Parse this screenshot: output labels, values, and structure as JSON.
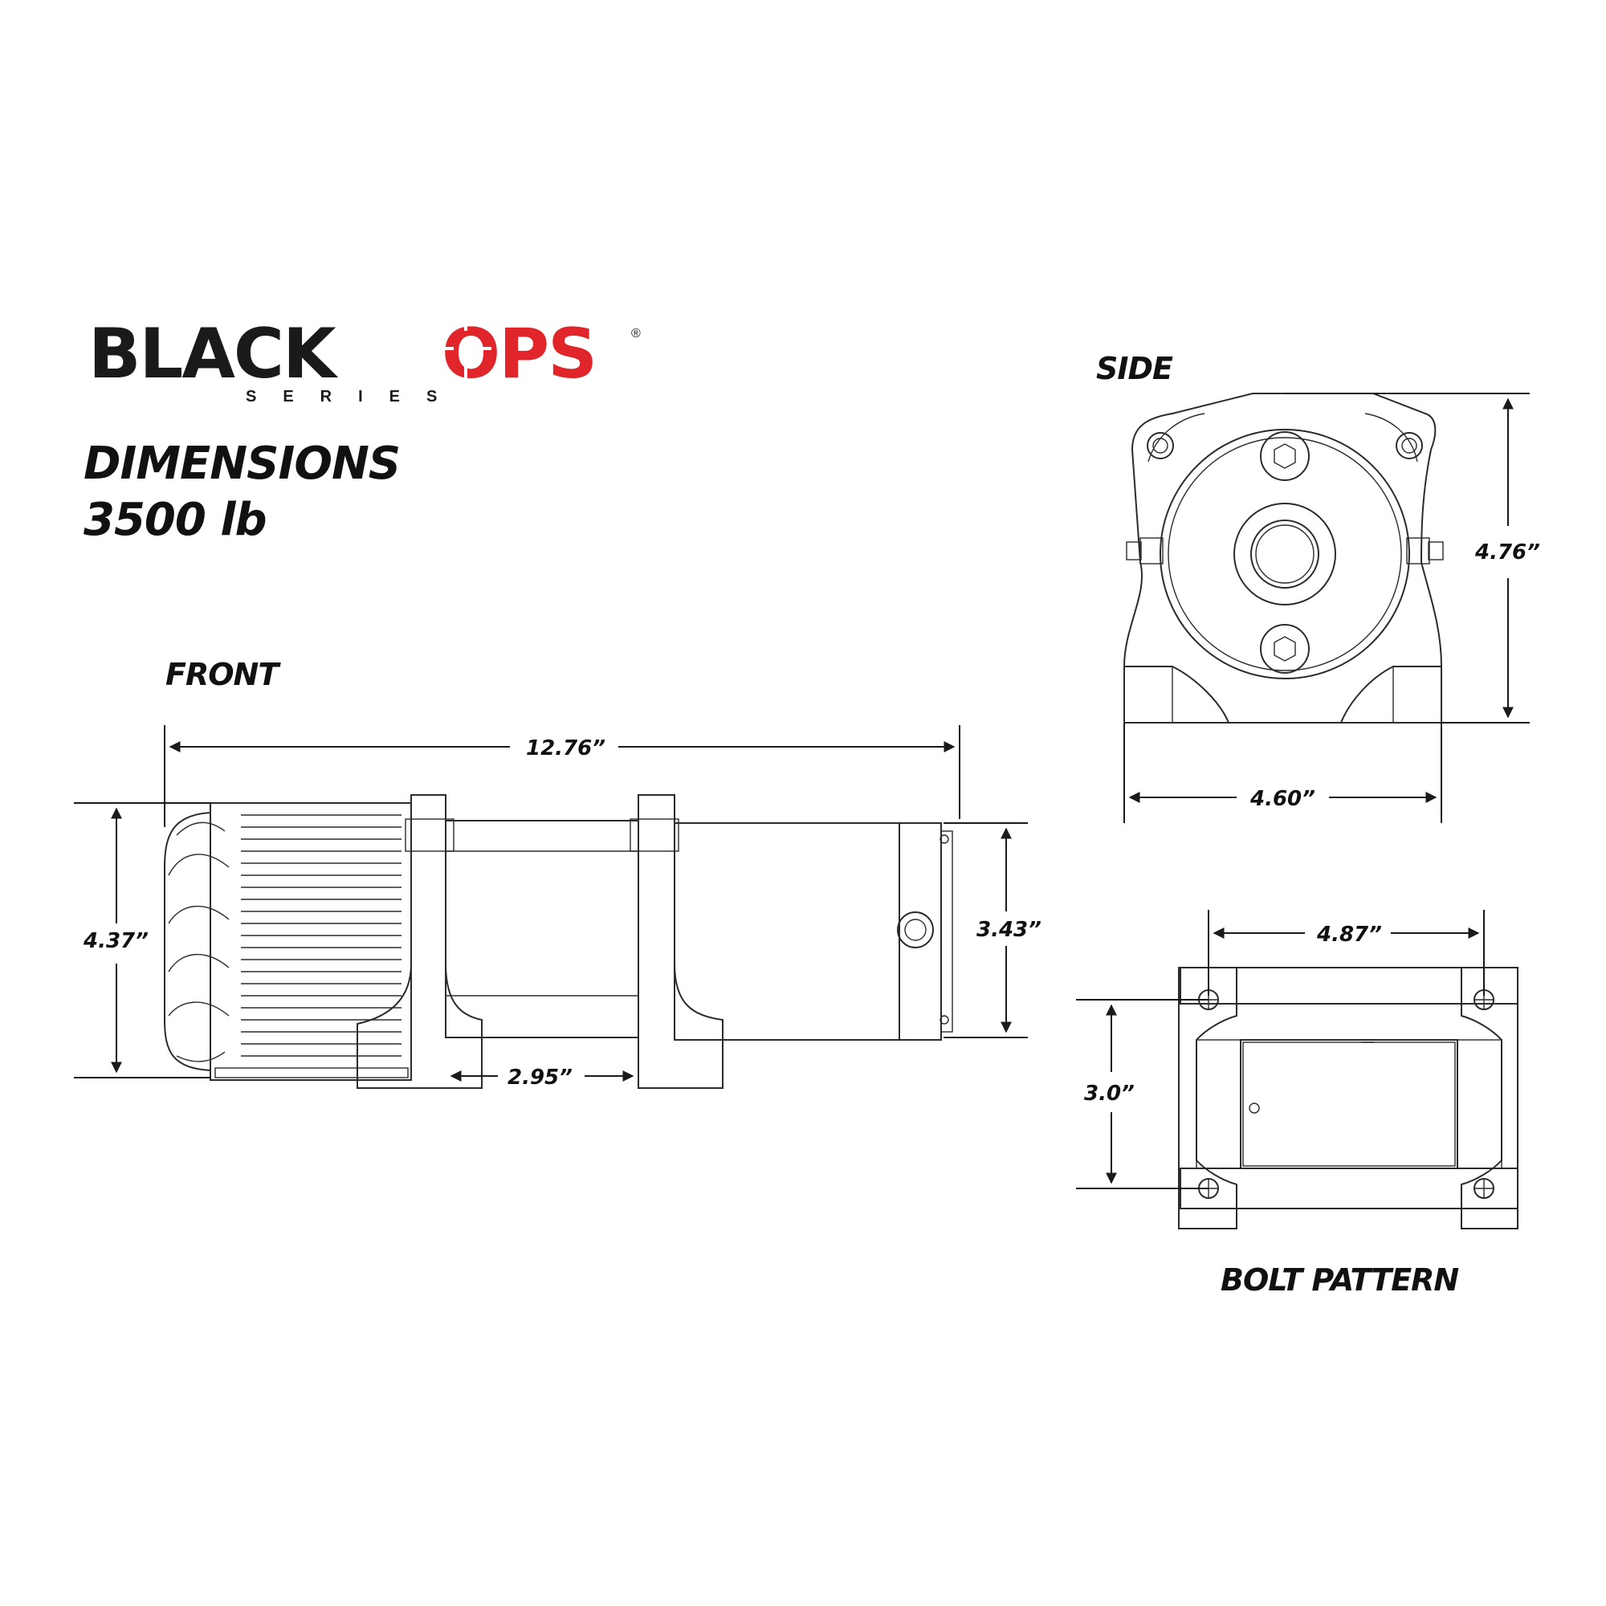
{
  "logo": {
    "word1": "BLACK",
    "word2": "OPS",
    "registered": "®",
    "subtitle": "SERIES",
    "accent_color": "#e0262b"
  },
  "heading": {
    "line1": "DIMENSIONS",
    "line2": "3500 lb"
  },
  "views": {
    "front": "FRONT",
    "side": "SIDE",
    "bolt_pattern": "BOLT PATTERN"
  },
  "dimensions": {
    "front_length": "12.76”",
    "front_height": "4.37”",
    "front_drum_height": "3.43”",
    "front_foot_spacing": "2.95”",
    "side_height": "4.76”",
    "side_width": "4.60”",
    "bolt_width": "4.87”",
    "bolt_depth": "3.0”"
  }
}
